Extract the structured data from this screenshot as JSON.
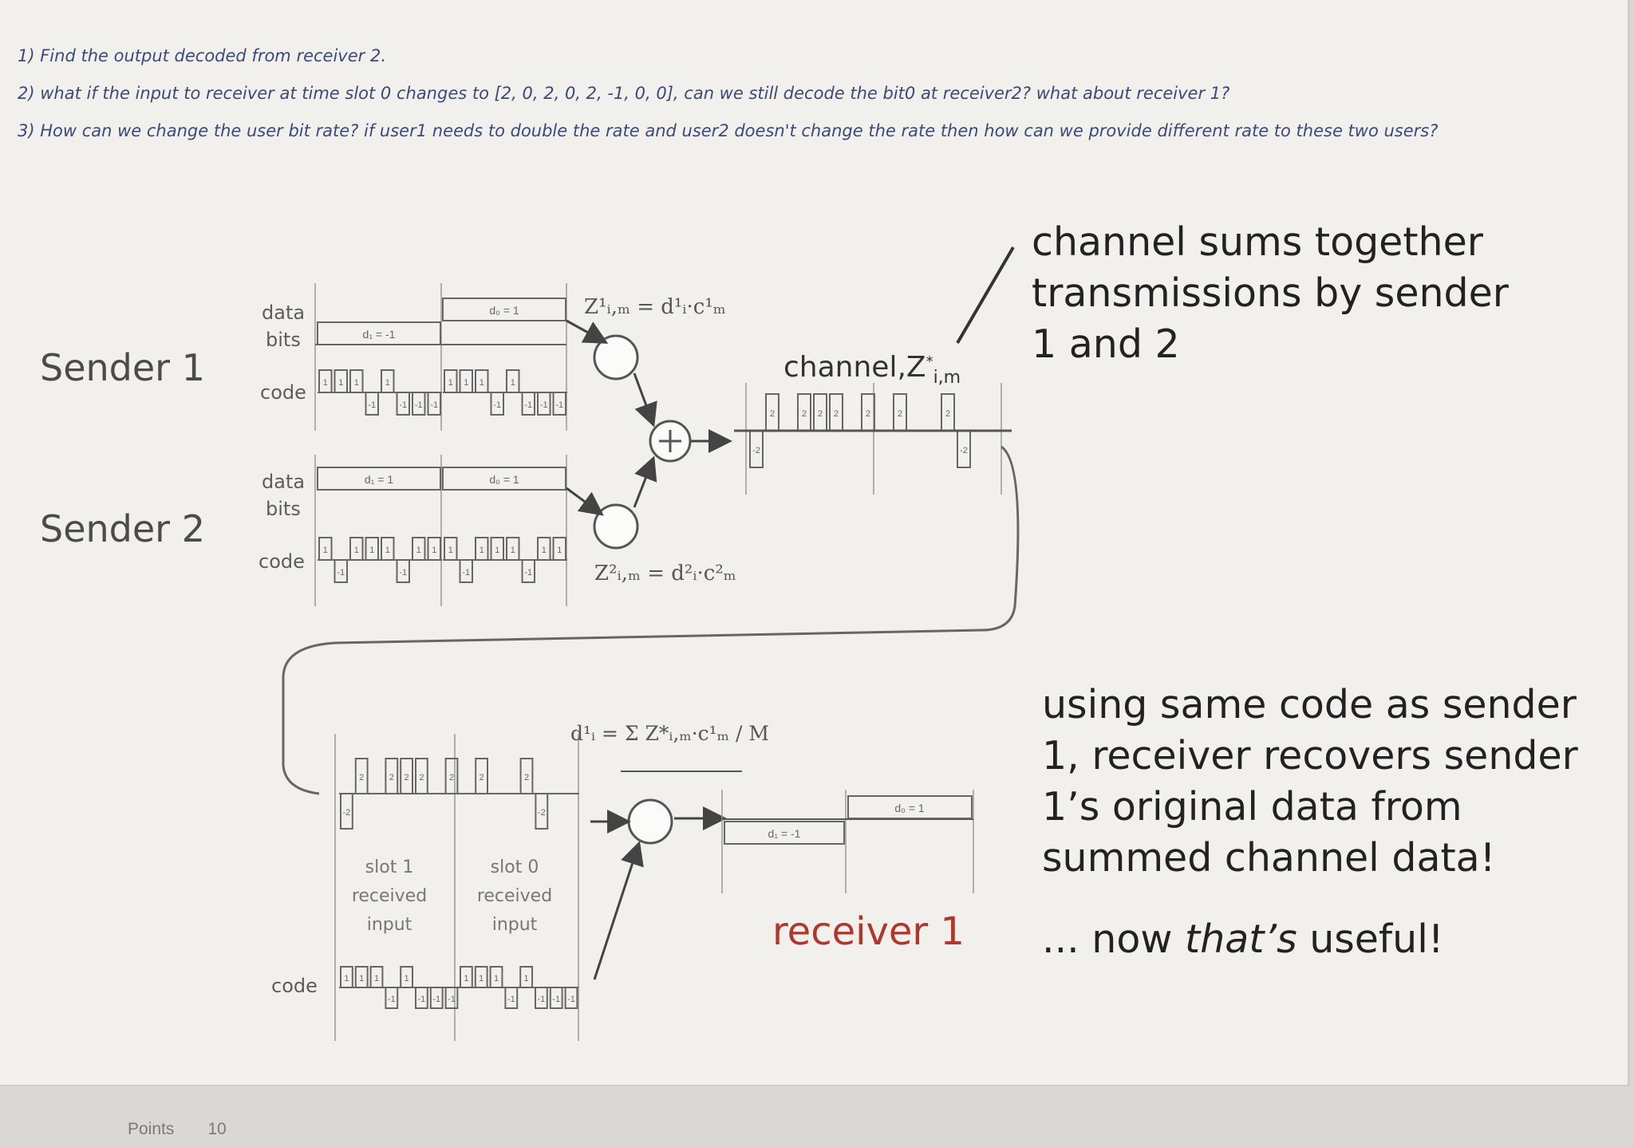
{
  "questions": [
    "1) Find the output decoded from receiver 2.",
    "2) what if the input to receiver at time slot 0 changes to [2, 0, 2, 0, 2, -1, 0, 0], can we still decode the bit0 at receiver2? what about receiver 1?",
    "3) How can we change the user bit rate? if user1 needs to double the rate and user2 doesn't change the rate then how can we  provide different rate to these two users?"
  ],
  "diagram": {
    "sender1": "Sender 1",
    "sender2": "Sender 2",
    "data_label": "data",
    "bits_label": "bits",
    "code_label": "code",
    "channel_label": "channel,Z",
    "channel_sup": "*",
    "channel_sub": "i,m",
    "channel_note": [
      "channel sums together",
      "transmissions by sender",
      "1 and 2"
    ],
    "receiver_note": [
      "using same code as sender",
      "1, receiver recovers sender",
      "1’s original data from",
      "summed channel data!"
    ],
    "useful_prefix": "... now ",
    "useful_italic": "that’s",
    "useful_suffix": " useful!",
    "receiver_label": "receiver 1",
    "slot1_label": [
      "slot 1",
      "received",
      "input"
    ],
    "slot0_label": [
      "slot 0",
      "received",
      "input"
    ],
    "eq_sender1": "Z¹ᵢ,ₘ = d¹ᵢ·c¹ₘ",
    "eq_sender2": "Z²ᵢ,ₘ = d²ᵢ·c²ₘ",
    "eq_decode": "d¹ᵢ = Σ Z*ᵢ,ₘ·c¹ₘ / M",
    "sender1_data": [
      "d₁ = -1",
      "d₀ = 1"
    ],
    "sender2_data": [
      "d₁ = 1",
      "d₀ = 1"
    ],
    "receiver_out": [
      "d₁ = -1",
      "d₀ = 1"
    ],
    "code1": [
      1,
      1,
      1,
      -1,
      1,
      -1,
      -1,
      -1
    ],
    "code2": [
      1,
      -1,
      1,
      1,
      1,
      -1,
      1,
      1
    ],
    "channel_values": [
      -2,
      2,
      0,
      2,
      2,
      2,
      0,
      2,
      0,
      2,
      0,
      0,
      2,
      -2,
      0,
      0
    ]
  },
  "footer": {
    "points_label": "Points",
    "points_value": "10"
  }
}
